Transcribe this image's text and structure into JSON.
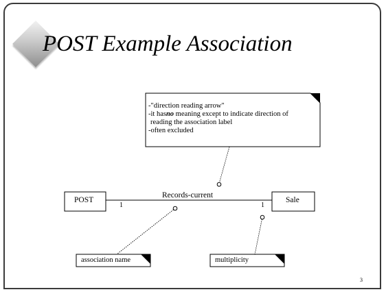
{
  "slide": {
    "title": "POST Example Association",
    "page_number": "3"
  },
  "note": {
    "lines": [
      "-\"direction reading arrow\"",
      "-it has",
      "no",
      " meaning except to indicate direction of",
      "reading the association label",
      "-often excluded"
    ]
  },
  "classes": {
    "left": "POST",
    "right": "Sale"
  },
  "association": {
    "label": "Records-current",
    "left_multiplicity": "1",
    "right_multiplicity": "1"
  },
  "callouts": {
    "name_note": "association name",
    "multiplicity_note": "multiplicity"
  }
}
